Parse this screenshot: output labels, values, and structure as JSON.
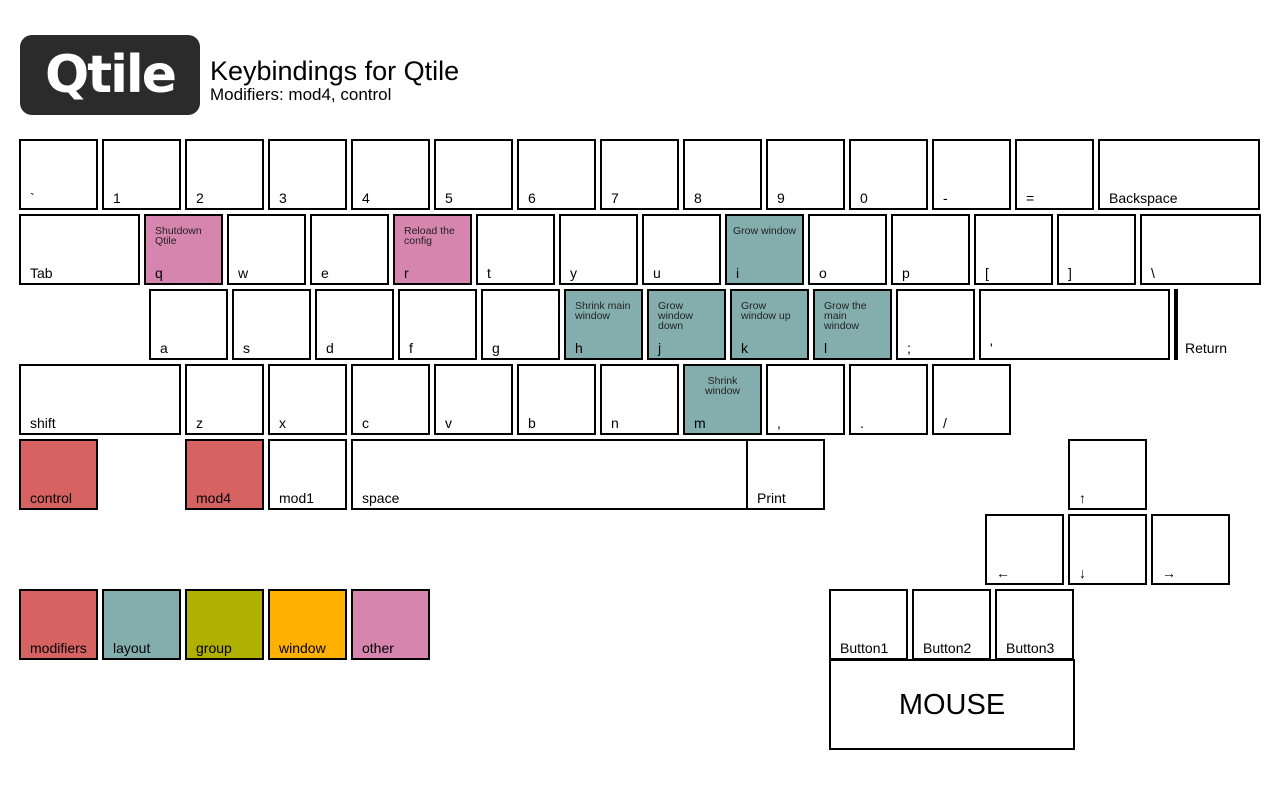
{
  "header": {
    "logo_text": "Qtile",
    "title": "Keybindings for Qtile",
    "subtitle": "Modifiers: mod4, control"
  },
  "colors": {
    "modifiers": "#d76262",
    "layout": "#84aead",
    "group": "#b0b000",
    "window": "#ffb000",
    "other": "#d685af",
    "key_default": "#ffffff"
  },
  "rows": [
    [
      {
        "label": "`",
        "color": "key_default",
        "desc": ""
      },
      {
        "label": "1",
        "color": "key_default",
        "desc": ""
      },
      {
        "label": "2",
        "color": "key_default",
        "desc": ""
      },
      {
        "label": "3",
        "color": "key_default",
        "desc": ""
      },
      {
        "label": "4",
        "color": "key_default",
        "desc": ""
      },
      {
        "label": "5",
        "color": "key_default",
        "desc": ""
      },
      {
        "label": "6",
        "color": "key_default",
        "desc": ""
      },
      {
        "label": "7",
        "color": "key_default",
        "desc": ""
      },
      {
        "label": "8",
        "color": "key_default",
        "desc": ""
      },
      {
        "label": "9",
        "color": "key_default",
        "desc": ""
      },
      {
        "label": "0",
        "color": "key_default",
        "desc": ""
      },
      {
        "label": "-",
        "color": "key_default",
        "desc": ""
      },
      {
        "label": "=",
        "color": "key_default",
        "desc": ""
      },
      {
        "label": "Backspace",
        "color": "key_default",
        "desc": ""
      }
    ],
    [
      {
        "label": "Tab",
        "color": "key_default",
        "desc": ""
      },
      {
        "label": "q",
        "color": "other",
        "desc": "Shutdown Qtile"
      },
      {
        "label": "w",
        "color": "key_default",
        "desc": ""
      },
      {
        "label": "e",
        "color": "key_default",
        "desc": ""
      },
      {
        "label": "r",
        "color": "other",
        "desc": "Reload the config"
      },
      {
        "label": "t",
        "color": "key_default",
        "desc": ""
      },
      {
        "label": "y",
        "color": "key_default",
        "desc": ""
      },
      {
        "label": "u",
        "color": "key_default",
        "desc": ""
      },
      {
        "label": "i",
        "color": "layout",
        "desc": "Grow window"
      },
      {
        "label": "o",
        "color": "key_default",
        "desc": ""
      },
      {
        "label": "p",
        "color": "key_default",
        "desc": ""
      },
      {
        "label": "[",
        "color": "key_default",
        "desc": ""
      },
      {
        "label": "]",
        "color": "key_default",
        "desc": ""
      },
      {
        "label": "\\",
        "color": "key_default",
        "desc": ""
      }
    ],
    [
      {
        "label": "a",
        "color": "key_default",
        "desc": ""
      },
      {
        "label": "s",
        "color": "key_default",
        "desc": ""
      },
      {
        "label": "d",
        "color": "key_default",
        "desc": ""
      },
      {
        "label": "f",
        "color": "key_default",
        "desc": ""
      },
      {
        "label": "g",
        "color": "key_default",
        "desc": ""
      },
      {
        "label": "h",
        "color": "layout",
        "desc": "Shrink main window"
      },
      {
        "label": "j",
        "color": "layout",
        "desc": "Grow window down"
      },
      {
        "label": "k",
        "color": "layout",
        "desc": "Grow window up"
      },
      {
        "label": "l",
        "color": "layout",
        "desc": "Grow the main window"
      },
      {
        "label": ";",
        "color": "key_default",
        "desc": ""
      },
      {
        "label": "'",
        "color": "key_default",
        "desc": ""
      },
      {
        "label": "Return",
        "color": "key_default",
        "desc": ""
      }
    ],
    [
      {
        "label": "shift",
        "color": "key_default",
        "desc": ""
      },
      {
        "label": "z",
        "color": "key_default",
        "desc": ""
      },
      {
        "label": "x",
        "color": "key_default",
        "desc": ""
      },
      {
        "label": "c",
        "color": "key_default",
        "desc": ""
      },
      {
        "label": "v",
        "color": "key_default",
        "desc": ""
      },
      {
        "label": "b",
        "color": "key_default",
        "desc": ""
      },
      {
        "label": "n",
        "color": "key_default",
        "desc": ""
      },
      {
        "label": "m",
        "color": "layout",
        "desc": "Shrink window"
      },
      {
        "label": ",",
        "color": "key_default",
        "desc": ""
      },
      {
        "label": ".",
        "color": "key_default",
        "desc": ""
      },
      {
        "label": "/",
        "color": "key_default",
        "desc": ""
      }
    ],
    [
      {
        "label": "control",
        "color": "modifiers",
        "desc": ""
      },
      {
        "label": "mod4",
        "color": "modifiers",
        "desc": ""
      },
      {
        "label": "mod1",
        "color": "key_default",
        "desc": ""
      },
      {
        "label": "space",
        "color": "key_default",
        "desc": ""
      },
      {
        "label": "Print",
        "color": "key_default",
        "desc": ""
      }
    ]
  ],
  "arrows": [
    {
      "label": "↑",
      "color": "key_default",
      "desc": ""
    },
    {
      "label": "←",
      "color": "key_default",
      "desc": ""
    },
    {
      "label": "↓",
      "color": "key_default",
      "desc": ""
    },
    {
      "label": "→",
      "color": "key_default",
      "desc": ""
    }
  ],
  "legend": [
    {
      "label": "modifiers",
      "color": "modifiers"
    },
    {
      "label": "layout",
      "color": "layout"
    },
    {
      "label": "group",
      "color": "group"
    },
    {
      "label": "window",
      "color": "window"
    },
    {
      "label": "other",
      "color": "other"
    }
  ],
  "mouse": {
    "buttons": [
      {
        "label": "Button1",
        "color": "key_default",
        "desc": ""
      },
      {
        "label": "Button2",
        "color": "key_default",
        "desc": ""
      },
      {
        "label": "Button3",
        "color": "key_default",
        "desc": ""
      }
    ],
    "label": "MOUSE"
  }
}
